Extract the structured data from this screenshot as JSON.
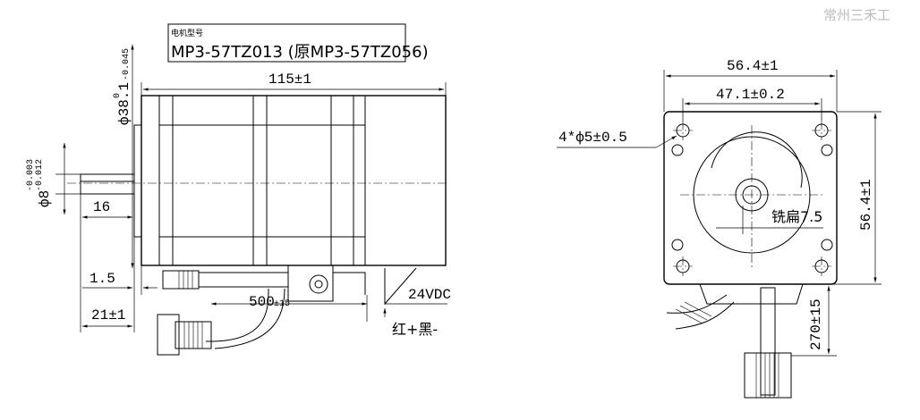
{
  "watermark": "常州三禾工",
  "model_box": {
    "caption": "电机型号",
    "model": "MP3-57TZ013 (原MP3-57TZ056)"
  },
  "side_view": {
    "length": "115±1",
    "flange_dia_label": "ф38.1",
    "flange_tol_upper": "0",
    "flange_tol_lower": "-0.045",
    "shaft_dia_label": "ф8",
    "shaft_tol_upper": "-0.003",
    "shaft_tol_lower": "-0.012",
    "shaft_len": "16",
    "flange_thk": "1.5",
    "shaft_ext": "21±1",
    "cable_len": "500",
    "cable_len_tol": "±15",
    "voltage": "24VDC",
    "polarity": "红+黑-"
  },
  "front_view": {
    "outer_width": "56.4±1",
    "hole_spacing": "47.1±0.2",
    "holes": "4*ф5±0.5",
    "flat": "铣扁7.5",
    "outer_height": "56.4±1",
    "cable_len": "270±15"
  }
}
